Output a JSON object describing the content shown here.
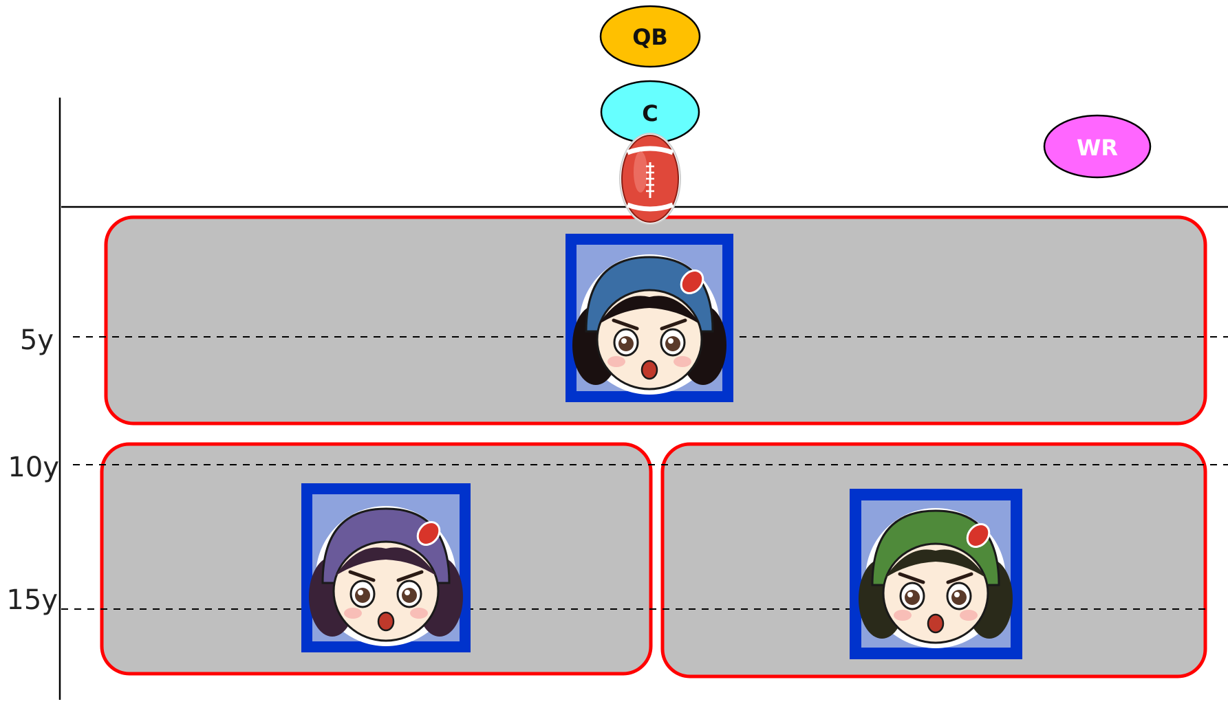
{
  "players": {
    "qb": {
      "label": "QB",
      "color": "#FFC000"
    },
    "c": {
      "label": "C",
      "color": "#66FFFF"
    },
    "wr": {
      "label": "WR",
      "color": "#FF66FF"
    }
  },
  "yard_lines": {
    "y5": "5y",
    "y10": "10y",
    "y15": "15y"
  },
  "colors": {
    "zone_fill": "#BFBFBF",
    "zone_border": "#FF0000",
    "avatar_frame": "#0033CC",
    "avatar_inner": "#8EA3DD",
    "ball": "#E0483A"
  },
  "zones": [
    {
      "id": "deep-zone"
    },
    {
      "id": "left-hook-zone"
    },
    {
      "id": "right-hook-zone"
    }
  ],
  "avatars": [
    {
      "icon": "defender-girl-dark-hair-icon",
      "helmet": "#3A6EA5",
      "hair": "#1a1010"
    },
    {
      "icon": "defender-girl-purple-hair-icon",
      "helmet": "#6A5A9A",
      "hair": "#3a2238"
    },
    {
      "icon": "defender-boy-green-helmet-icon",
      "helmet": "#4F8A3A",
      "hair": "#2a2a1a"
    }
  ]
}
